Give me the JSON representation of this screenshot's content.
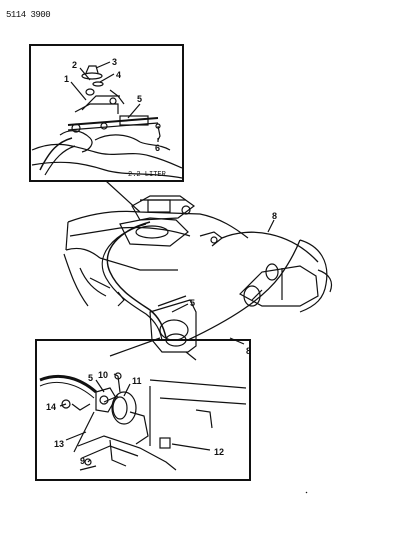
{
  "header": {
    "code": "5114 3900"
  },
  "inset_top": {
    "label": "2.2 LITER"
  },
  "callouts": {
    "c1": "1",
    "c2": "2",
    "c3": "3",
    "c4": "4",
    "c5a": "5",
    "c6": "6",
    "c8a": "8",
    "c5b": "5",
    "c8b": "8",
    "c10": "10",
    "c5c": "5",
    "c11": "11",
    "c14": "14",
    "c13": "13",
    "c12": "12",
    "c9": "9"
  },
  "colors": {
    "ink": "#111111",
    "paper": "#ffffff"
  }
}
